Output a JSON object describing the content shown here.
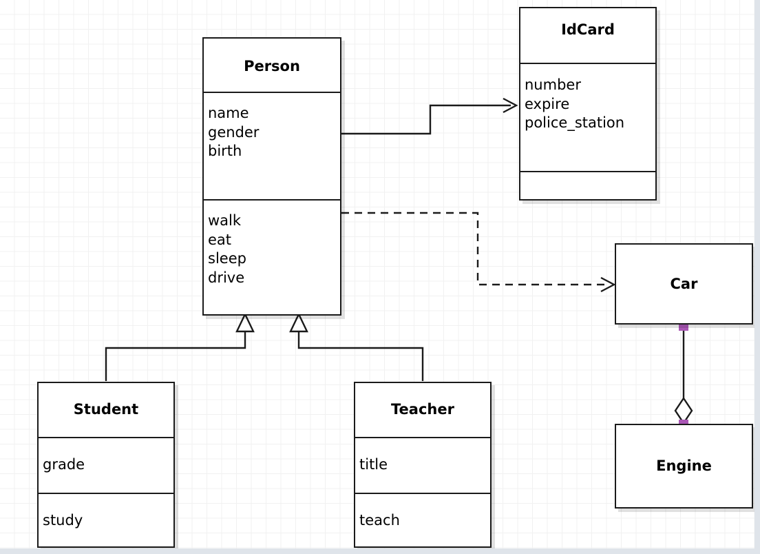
{
  "diagram": {
    "type": "uml-class-diagram",
    "background": {
      "grid": true,
      "grid_color": "#f1f1f1",
      "canvas_color": "#ffffff",
      "gutter_color": "#dfe4ea"
    },
    "colors": {
      "stroke": "#1a1a1a",
      "fill": "#ffffff",
      "handle": "#aa57b5",
      "shadow": "rgba(0,0,0,0.12)"
    }
  },
  "classes": {
    "person": {
      "name": "Person",
      "attributes": [
        "name",
        "gender",
        "birth"
      ],
      "operations": [
        "walk",
        "eat",
        "sleep",
        "drive"
      ]
    },
    "idcard": {
      "name": "IdCard",
      "attributes": [
        "number",
        "expire",
        "police_station"
      ],
      "operations": []
    },
    "student": {
      "name": "Student",
      "attributes": [
        "grade"
      ],
      "operations": [
        "study"
      ]
    },
    "teacher": {
      "name": "Teacher",
      "attributes": [
        "title"
      ],
      "operations": [
        "teach"
      ]
    },
    "car": {
      "name": "Car"
    },
    "engine": {
      "name": "Engine"
    }
  },
  "relationships": [
    {
      "id": "person-idcard",
      "kind": "association",
      "style": "solid",
      "arrowhead": "open",
      "from": "Person",
      "to": "IdCard"
    },
    {
      "id": "person-car",
      "kind": "dependency",
      "style": "dashed",
      "arrowhead": "open",
      "from": "Person",
      "to": "Car"
    },
    {
      "id": "student-person",
      "kind": "generalization",
      "style": "solid",
      "arrowhead": "hollow-triangle",
      "from": "Student",
      "to": "Person"
    },
    {
      "id": "teacher-person",
      "kind": "generalization",
      "style": "solid",
      "arrowhead": "hollow-triangle",
      "from": "Teacher",
      "to": "Person"
    },
    {
      "id": "car-engine",
      "kind": "aggregation",
      "style": "solid",
      "arrowhead": "hollow-diamond",
      "from": "Car",
      "to": "Engine",
      "selected": true
    }
  ]
}
